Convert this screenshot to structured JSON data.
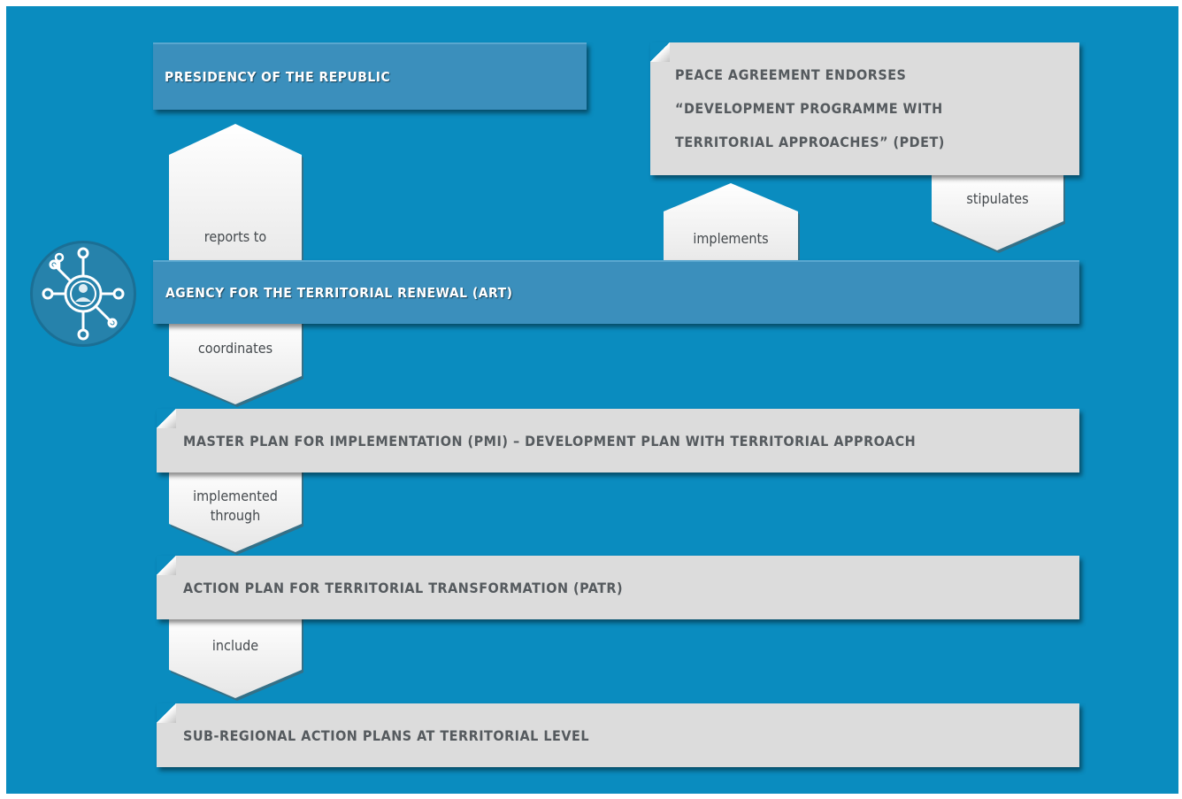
{
  "colors": {
    "background": "#0a8cbf",
    "blue_box": "#3b8fbc",
    "grey_box": "#dcdcdc",
    "connector": "#f2f2f2",
    "connector_shade": "#595959",
    "grey_text": "#555a5e"
  },
  "icon": "network-person-icon",
  "nodes": {
    "presidency": "PRESIDENCY OF THE REPUBLIC",
    "peace_agreement": [
      "PEACE AGREEMENT ENDORSES",
      "“DEVELOPMENT PROGRAMME WITH",
      "TERRITORIAL APPROACHES” (PDET)"
    ],
    "art": "AGENCY FOR THE TERRITORIAL RENEWAL (ART)",
    "pmi": "MASTER PLAN FOR IMPLEMENTATION (PMI) – DEVELOPMENT PLAN WITH TERRITORIAL APPROACH",
    "patr": "ACTION PLAN FOR TERRITORIAL TRANSFORMATION (PATR)",
    "subregional": "SUB-REGIONAL ACTION PLANS AT TERRITORIAL LEVEL"
  },
  "edges": {
    "reports_to": "reports to",
    "implements": "implements",
    "stipulates": "stipulates",
    "coordinates": "coordinates",
    "implemented_through": [
      "implemented",
      "through"
    ],
    "include": "include"
  }
}
